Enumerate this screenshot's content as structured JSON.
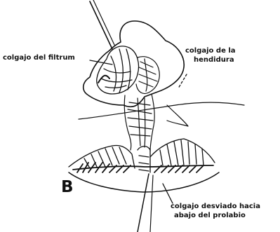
{
  "figure": {
    "panel_letter": "B",
    "labels": {
      "filtrum_flap": "colgajo del filtrum",
      "cleft_flap_line1": "colgajo de la",
      "cleft_flap_line2": "hendidura",
      "deviated_flap_line1": "colgajo desviado hacia",
      "deviated_flap_line2": "abajo del prolabio"
    }
  }
}
